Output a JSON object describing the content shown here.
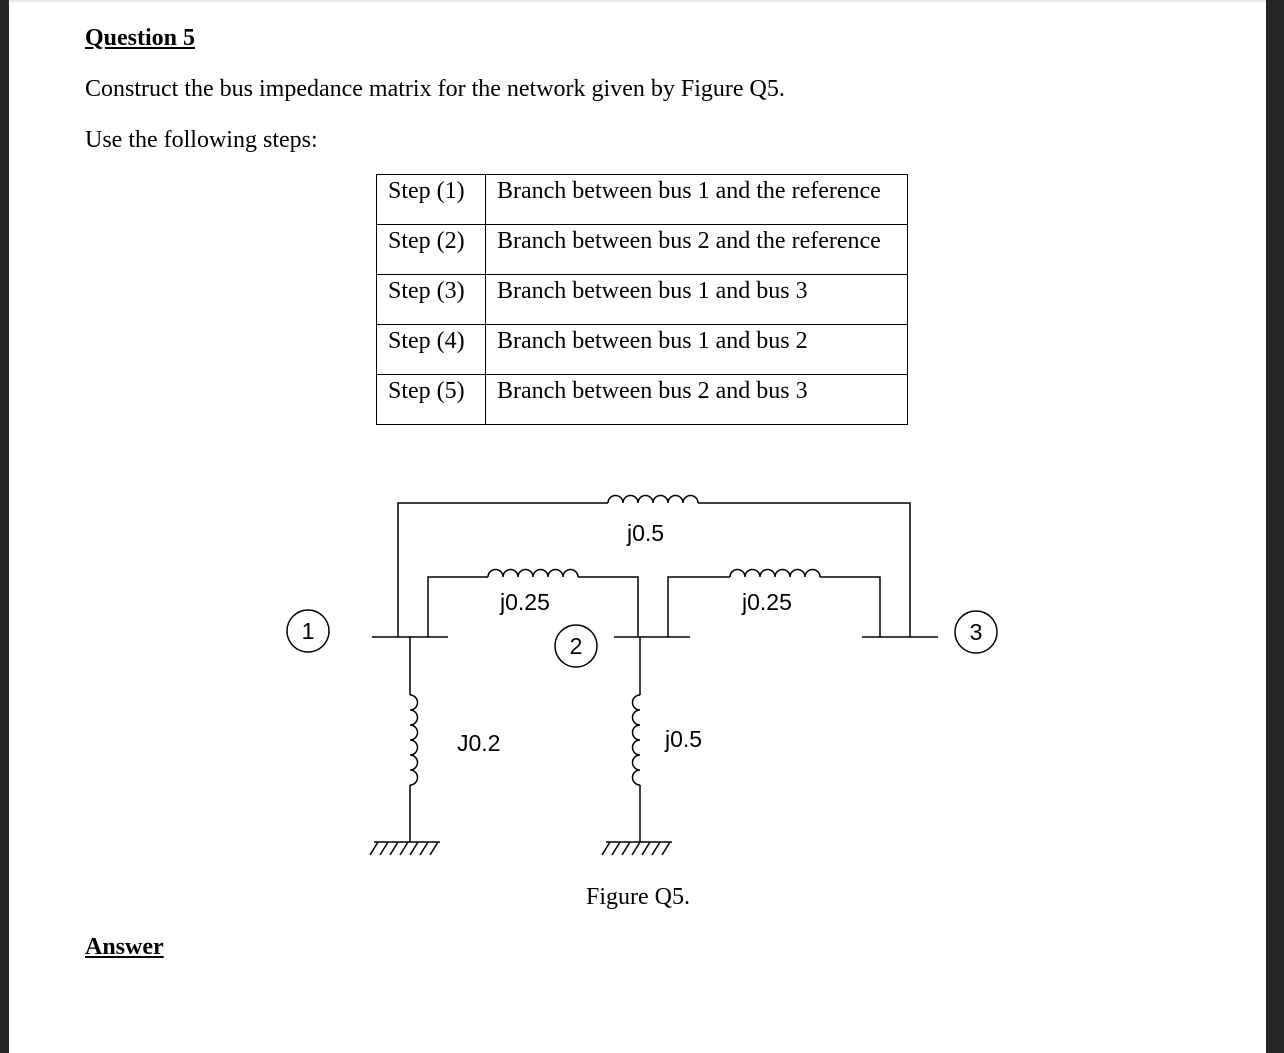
{
  "question": {
    "title": "Question 5",
    "prompt": "Construct the bus impedance matrix for the network given by Figure Q5.",
    "instruction": "Use the following steps:"
  },
  "steps": [
    {
      "step": "Step (1)",
      "branch": "Branch between bus 1 and the reference"
    },
    {
      "step": "Step (2)",
      "branch": "Branch between bus 2 and the reference"
    },
    {
      "step": "Step (3)",
      "branch": "Branch between bus 1 and bus 3"
    },
    {
      "step": "Step (4)",
      "branch": "Branch between bus 1 and bus 2"
    },
    {
      "step": "Step (5)",
      "branch": "Branch between bus 2 and bus 3"
    }
  ],
  "figure": {
    "buses": {
      "bus1": "1",
      "bus2": "2",
      "bus3": "3"
    },
    "impedances": {
      "bus1_bus3": "j0.5",
      "bus1_bus2": "j0.25",
      "bus2_bus3": "j0.25",
      "bus1_ref": "J0.2",
      "bus2_ref": "j0.5"
    },
    "caption": "Figure Q5."
  },
  "answer_label": "Answer"
}
